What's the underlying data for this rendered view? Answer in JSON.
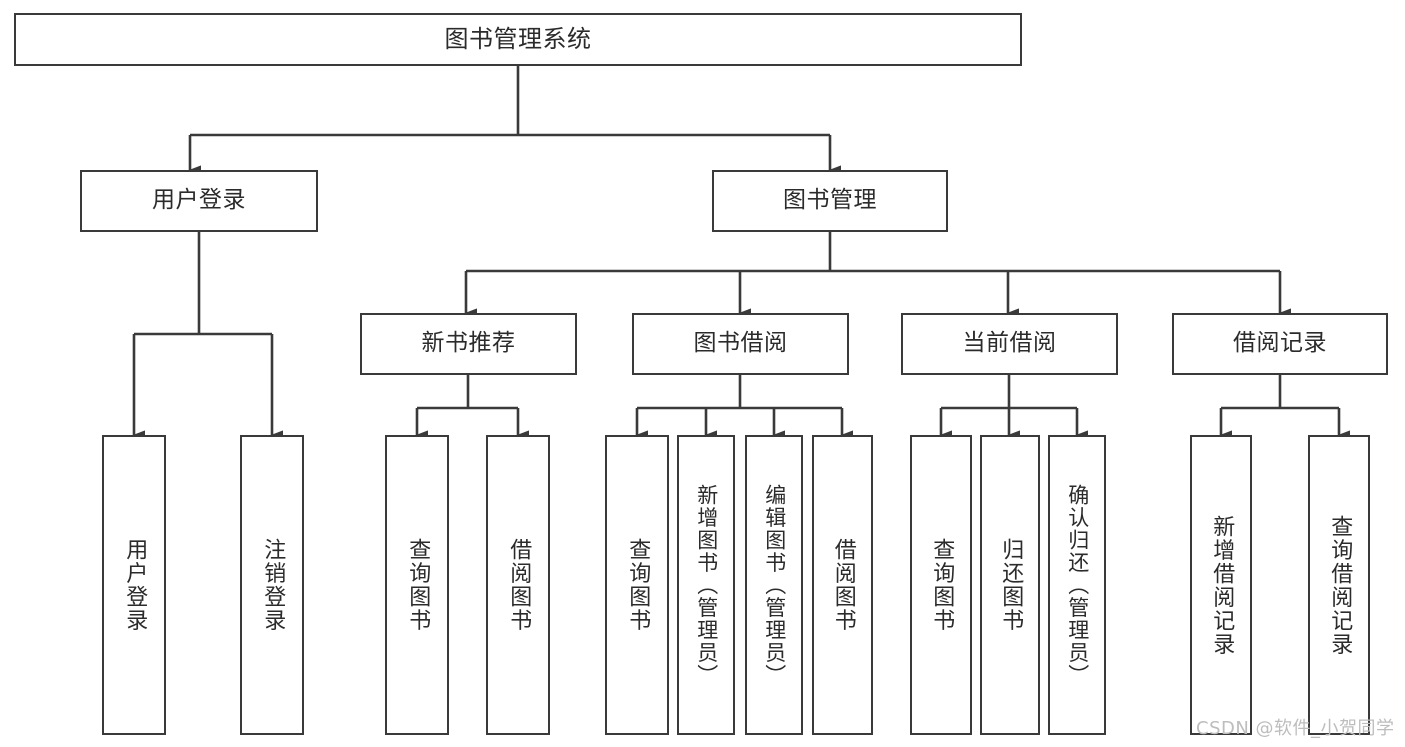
{
  "diagram": {
    "title": "图书管理系统",
    "type": "functional-structure-tree",
    "root": {
      "label": "图书管理系统"
    },
    "level1": [
      {
        "label": "用户登录"
      },
      {
        "label": "图书管理"
      }
    ],
    "level2": [
      {
        "label": "新书推荐"
      },
      {
        "label": "图书借阅"
      },
      {
        "label": "当前借阅"
      },
      {
        "label": "借阅记录"
      }
    ],
    "leaves": {
      "user_login": [
        {
          "label": "用户登录"
        },
        {
          "label": "注销登录"
        }
      ],
      "new_book": [
        {
          "label": "查询图书"
        },
        {
          "label": "借阅图书"
        }
      ],
      "book_borrow": [
        {
          "label": "查询图书"
        },
        {
          "label": "新增图书（管理员）"
        },
        {
          "label": "编辑图书（管理员）"
        },
        {
          "label": "借阅图书"
        }
      ],
      "current_borrow": [
        {
          "label": "查询图书"
        },
        {
          "label": "归还图书"
        },
        {
          "label": "确认归还（管理员）"
        }
      ],
      "borrow_record": [
        {
          "label": "新增借阅记录"
        },
        {
          "label": "查询借阅记录"
        }
      ]
    }
  },
  "watermark": {
    "text": "CSDN @软件_小贺同学"
  },
  "colors": {
    "stroke": "#3a3a3a",
    "background": "#ffffff",
    "text": "#2b2b2b",
    "watermark": "#bdbdbd"
  }
}
